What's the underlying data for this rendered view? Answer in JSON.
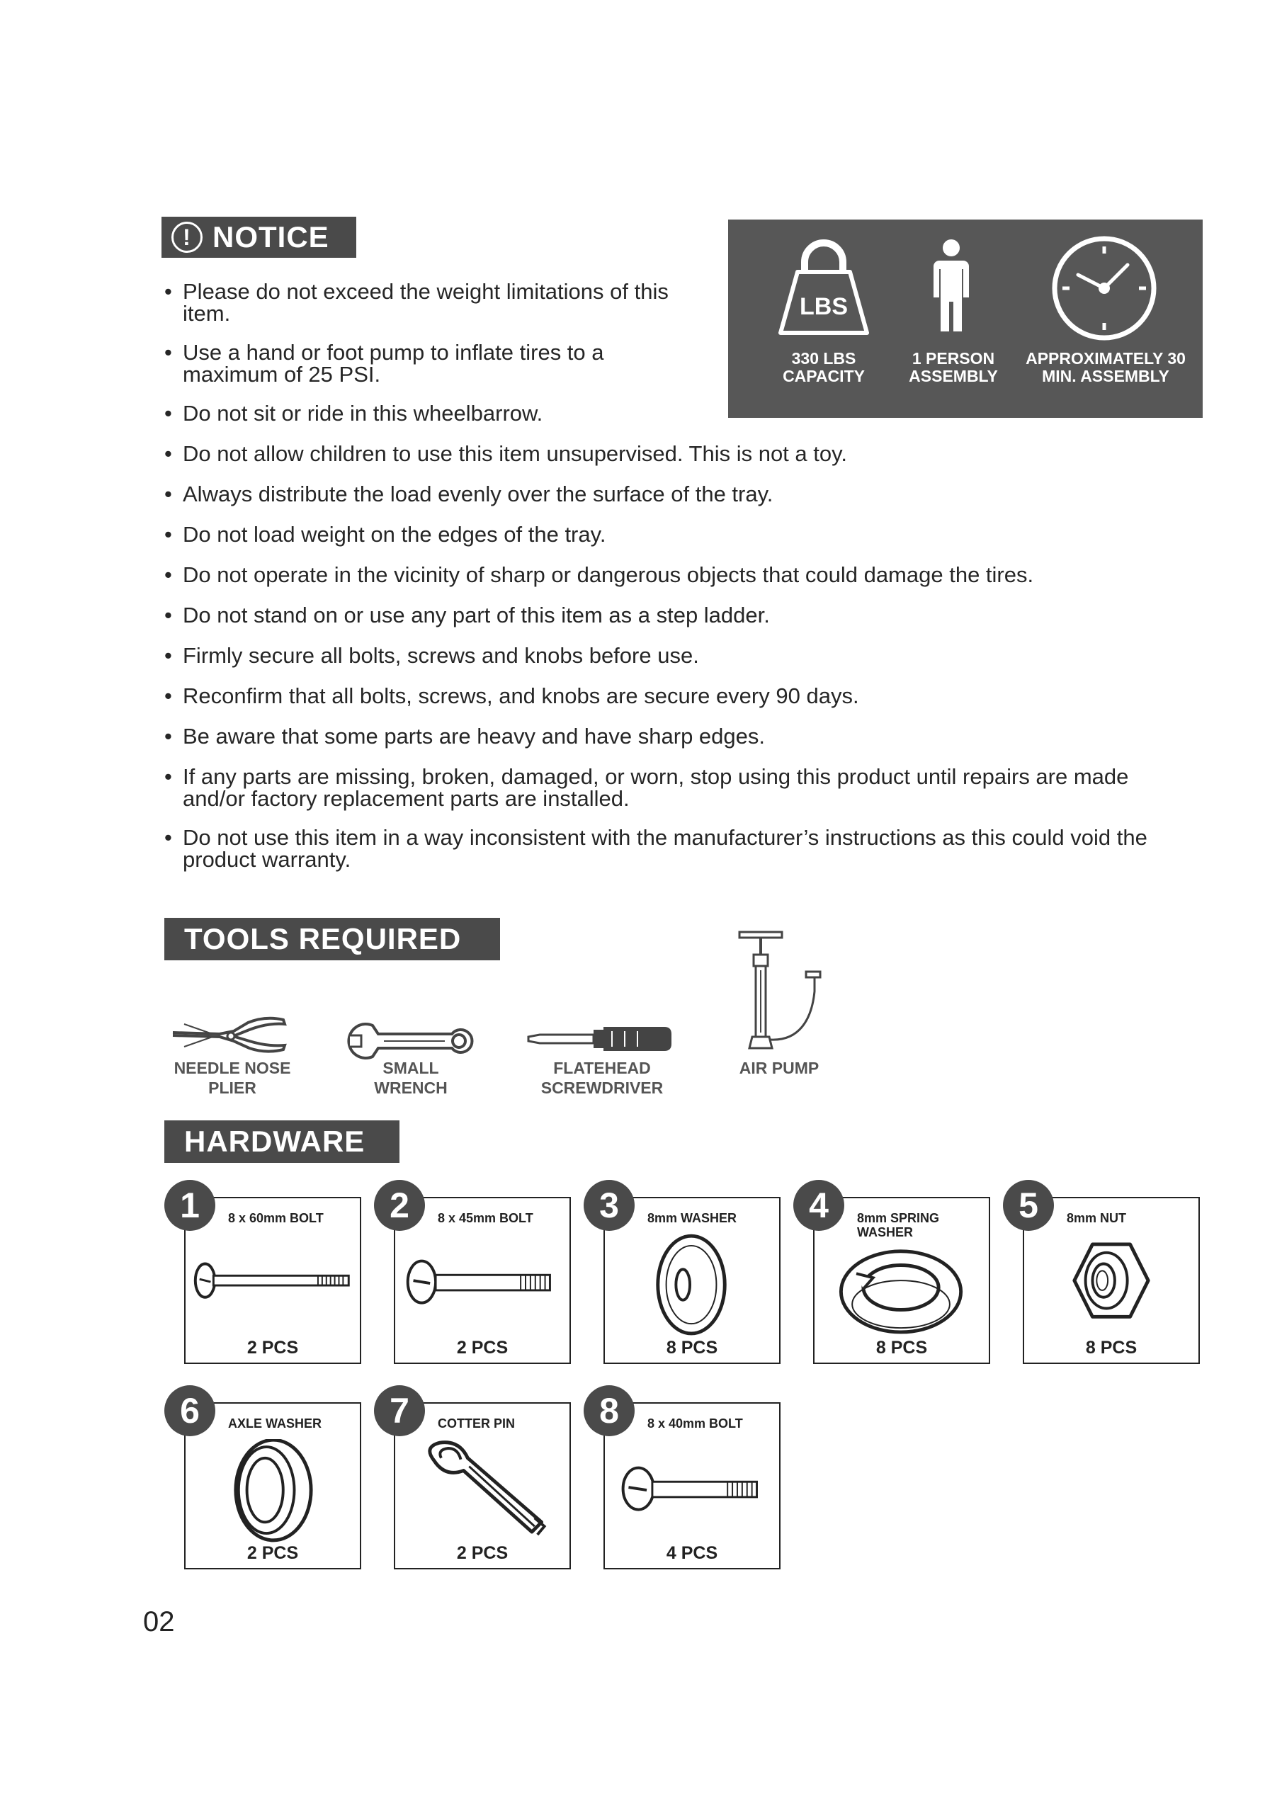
{
  "notice": {
    "title": "NOTICE",
    "items": [
      "Please do not exceed the weight limitations of this item.",
      "Use a hand or foot pump to inflate tires to a maximum of 25 PSI.",
      "Do not sit or ride in this wheelbarrow.",
      "Do not allow children to use this item unsupervised. This is not a toy.",
      "Always distribute the load evenly over the surface of the tray.",
      "Do not load weight on the edges of the tray.",
      "Do not operate in the vicinity of sharp or dangerous objects that could damage the tires.",
      "Do not stand on or use any part of this item as a step ladder.",
      "Firmly secure all bolts, screws and knobs before use.",
      "Reconfirm that all bolts, screws, and knobs are secure every 90 days.",
      "Be aware that some parts are heavy and have sharp edges.",
      "If any parts are missing, broken, damaged, or worn, stop using this product until repairs are made and/or factory replacement parts are installed.",
      "Do not use this item in a way inconsistent with the manufacturer’s instructions as this could void the product warranty."
    ]
  },
  "specs": {
    "weight_icon_text": "LBS",
    "capacity": "330 LBS CAPACITY",
    "persons": "1 PERSON ASSEMBLY",
    "time": "APPROXIMATELY 30 MIN. ASSEMBLY",
    "box_color": "#575757"
  },
  "tools": {
    "title": "TOOLS REQUIRED",
    "items": [
      {
        "label": "NEEDLE NOSE PLIER",
        "icon": "plier-icon"
      },
      {
        "label": "SMALL WRENCH",
        "icon": "wrench-icon"
      },
      {
        "label": "FLATEHEAD SCREWDRIVER",
        "icon": "screwdriver-icon"
      },
      {
        "label": "AIR PUMP",
        "icon": "air-pump-icon"
      }
    ]
  },
  "hardware": {
    "title": "HARDWARE",
    "items": [
      {
        "num": "1",
        "name": "8 x 60mm BOLT",
        "qty": "2 PCS",
        "icon": "long-bolt-icon"
      },
      {
        "num": "2",
        "name": "8 x 45mm BOLT",
        "qty": "2 PCS",
        "icon": "bolt-icon"
      },
      {
        "num": "3",
        "name": "8mm WASHER",
        "qty": "8 PCS",
        "icon": "washer-icon"
      },
      {
        "num": "4",
        "name": "8mm SPRING WASHER",
        "qty": "8 PCS",
        "icon": "spring-washer-icon"
      },
      {
        "num": "5",
        "name": "8mm NUT",
        "qty": "8 PCS",
        "icon": "nut-icon"
      },
      {
        "num": "6",
        "name": "AXLE WASHER",
        "qty": "2 PCS",
        "icon": "axle-washer-icon"
      },
      {
        "num": "7",
        "name": "COTTER PIN",
        "qty": "2 PCS",
        "icon": "cotter-pin-icon"
      },
      {
        "num": "8",
        "name": "8 x 40mm BOLT",
        "qty": "4 PCS",
        "icon": "short-bolt-icon"
      }
    ]
  },
  "page_number": "02",
  "colors": {
    "header": "#4a4a4a",
    "text": "#262626"
  }
}
